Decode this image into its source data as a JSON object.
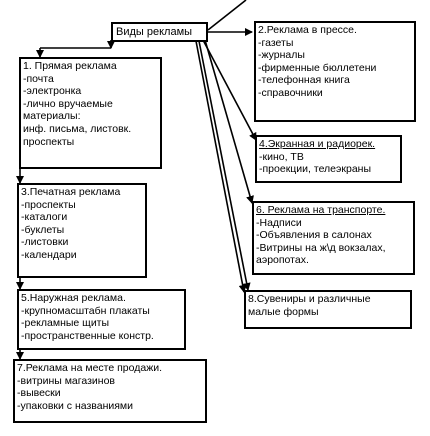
{
  "root": {
    "title": "Виды рекламы"
  },
  "boxes": {
    "b1": {
      "title": "1. Прямая реклама",
      "items": [
        "-почта",
        "-электронка",
        "-лично вручаемые",
        "материалы:",
        "инф. письма, листовк.",
        "проспекты"
      ]
    },
    "b2": {
      "title": "2.Реклама в прессе.",
      "items": [
        "-газеты",
        "-журналы",
        "-фирменные бюллетени",
        "-телефонная книга",
        "-справочники"
      ]
    },
    "b3": {
      "title": "3.Печатная реклама",
      "items": [
        "-проспекты",
        "-каталоги",
        "-буклеты",
        "-листовки",
        "-календари"
      ]
    },
    "b4": {
      "title": "4.Экранная и радиорек.",
      "items": [
        "-кино, ТВ",
        "-проекции, телеэкраны"
      ]
    },
    "b5": {
      "title": "5.Наружная реклама.",
      "items": [
        "-крупномасштабн плакаты",
        "-рекламные щиты",
        "-пространственные констр."
      ]
    },
    "b6": {
      "title": "6. Реклама на транспорте.",
      "items": [
        "-Надписи",
        "-Объявления в салонах",
        "-Витрины на ж\\д вокзалах,",
        "аэропотах."
      ]
    },
    "b7": {
      "title": "7.Реклама на месте продажи.",
      "items": [
        "-витрины магазинов",
        "-вывески",
        "-упаковки с названиями"
      ]
    },
    "b8": {
      "title": "8.Сувениры и различные",
      "items": [
        "малые формы"
      ]
    }
  }
}
